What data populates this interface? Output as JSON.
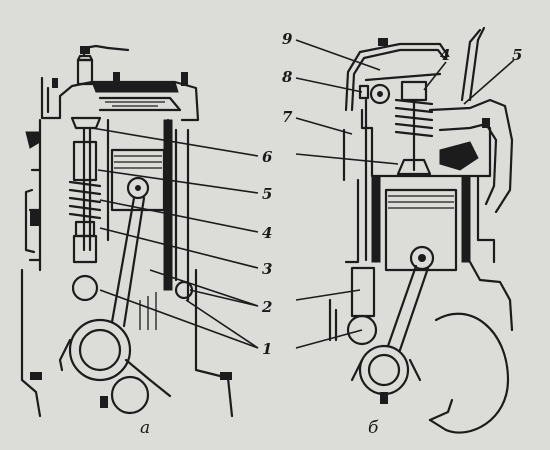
{
  "figure": {
    "panel_a": {
      "caption": "а",
      "callouts": [
        {
          "label": "6"
        },
        {
          "label": "5"
        },
        {
          "label": "4"
        },
        {
          "label": "3"
        },
        {
          "label": "2"
        },
        {
          "label": "1"
        }
      ]
    },
    "panel_b": {
      "caption": "б",
      "callouts": [
        {
          "label": "9"
        },
        {
          "label": "8"
        },
        {
          "label": "7"
        },
        {
          "label": "4"
        },
        {
          "label": "5"
        }
      ]
    }
  }
}
